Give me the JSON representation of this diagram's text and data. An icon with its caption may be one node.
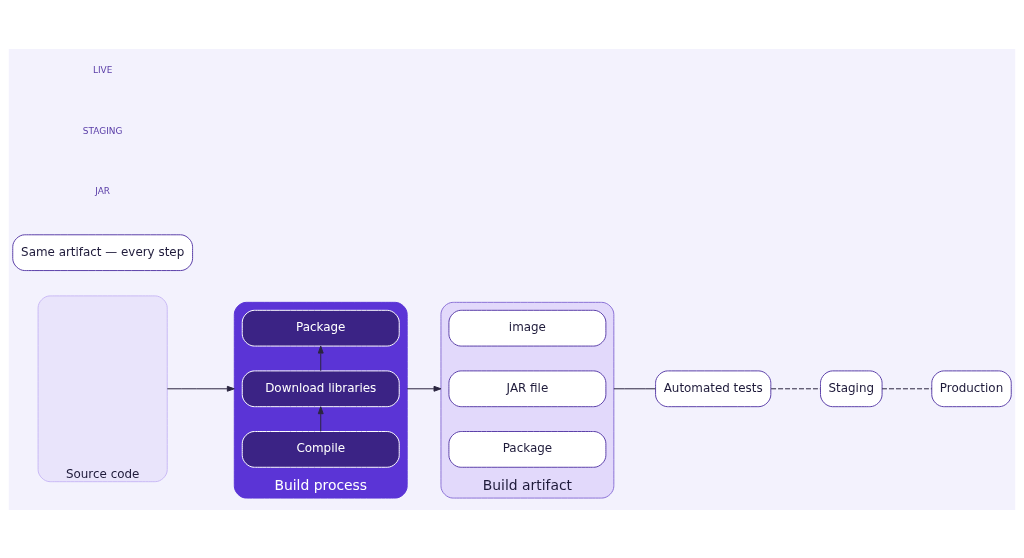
{
  "diagram": {
    "nodes": [
      {
        "text": [
          "Source code"
        ]
      },
      {
        "text": [
          "Build process"
        ]
      },
      {
        "text": [
          "Compile"
        ],
        "in": 1
      },
      {
        "text": [
          "Download libraries"
        ],
        "in": 1
      },
      {
        "text": [
          "Package"
        ],
        "in": 1
      },
      {
        "text": [
          "Build artifact"
        ]
      },
      {
        "text": [
          "Same artifact — every step"
        ]
      },
      {
        "text": [
          "image"
        ],
        "in": 5
      },
      {
        "text": [
          "JAR file"
        ],
        "in": 5
      },
      {
        "text": [
          "Package"
        ],
        "in": 5
      },
      {
        "text": [
          "Automated tests"
        ]
      },
      {
        "text": [
          "Staging"
        ]
      },
      {
        "text": [
          "Production"
        ]
      }
    ],
    "edges": [
      {
        "from": 0,
        "to": 1,
        "arrow": "to"
      },
      {
        "from": 2,
        "to": 3,
        "arrow": "to"
      },
      {
        "from": 3,
        "to": 4,
        "arrow": "to"
      },
      {
        "from": 1,
        "to": 5,
        "arrow": "to"
      },
      {
        "from": 5,
        "to": 10,
        "arrow": "none"
      },
      {
        "from": 10,
        "to": 11,
        "arrow": "none",
        "style": "dashed"
      },
      {
        "from": 11,
        "to": 12,
        "arrow": "none",
        "style": "dashed"
      }
    ],
    "labels": [
      "JAR",
      "STAGING",
      "LIVE"
    ]
  }
}
